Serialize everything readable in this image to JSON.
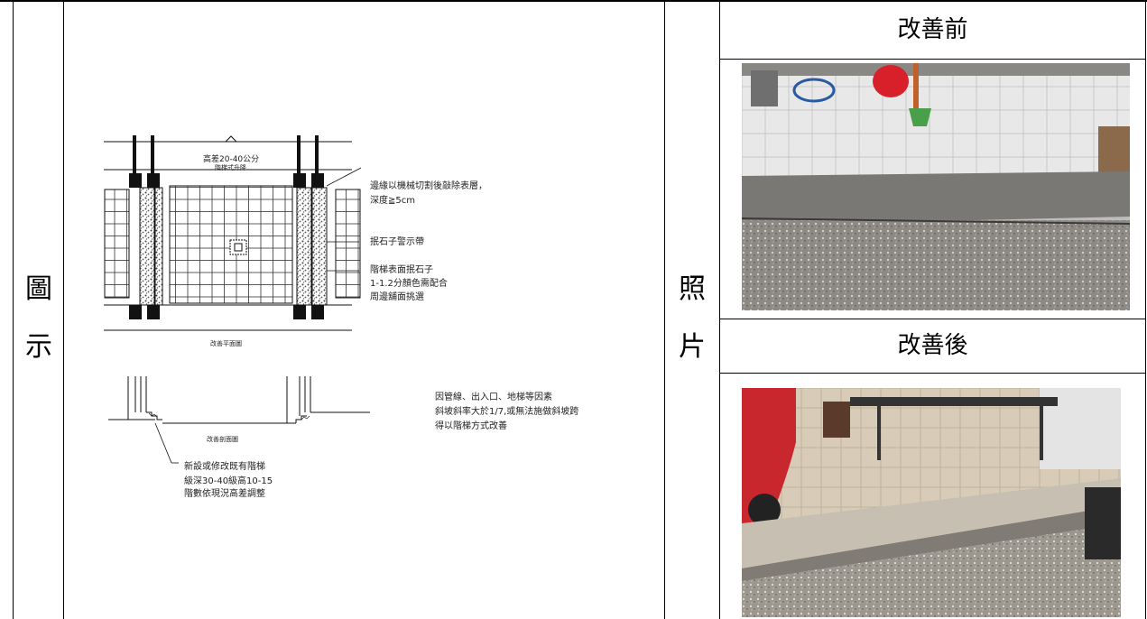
{
  "left_label": [
    "圖",
    "示"
  ],
  "middle_label": [
    "照",
    "片"
  ],
  "before_header": "改善前",
  "after_header": "改善後",
  "plan": {
    "top_label": "高差20-40公分",
    "top_sublabel": "階梯式升降",
    "note1_line1": "邊緣以機械切割後敲除表層，",
    "note1_line2": "深度≧5cm",
    "note2": "抿石子警示帶",
    "note3_line1": "階梯表面抿石子",
    "note3_line2": "1-1.2分顏色需配合",
    "note3_line3": "周邊舖面挑選",
    "caption": "改善平面圖"
  },
  "section": {
    "caption": "改善剖面圖",
    "note_line1": "新設或修改既有階梯",
    "note_line2": "級深30-40級高10-15",
    "note_line3": "階數依現況高差調整"
  },
  "reason": {
    "line1": "因管線、出入口、地梯等因素",
    "line2": "斜坡斜率大於1/7,或無法施做斜坡跨",
    "line3": "得以階梯方式改善"
  },
  "colors": {
    "border": "#000000",
    "drawing": "#111111"
  }
}
